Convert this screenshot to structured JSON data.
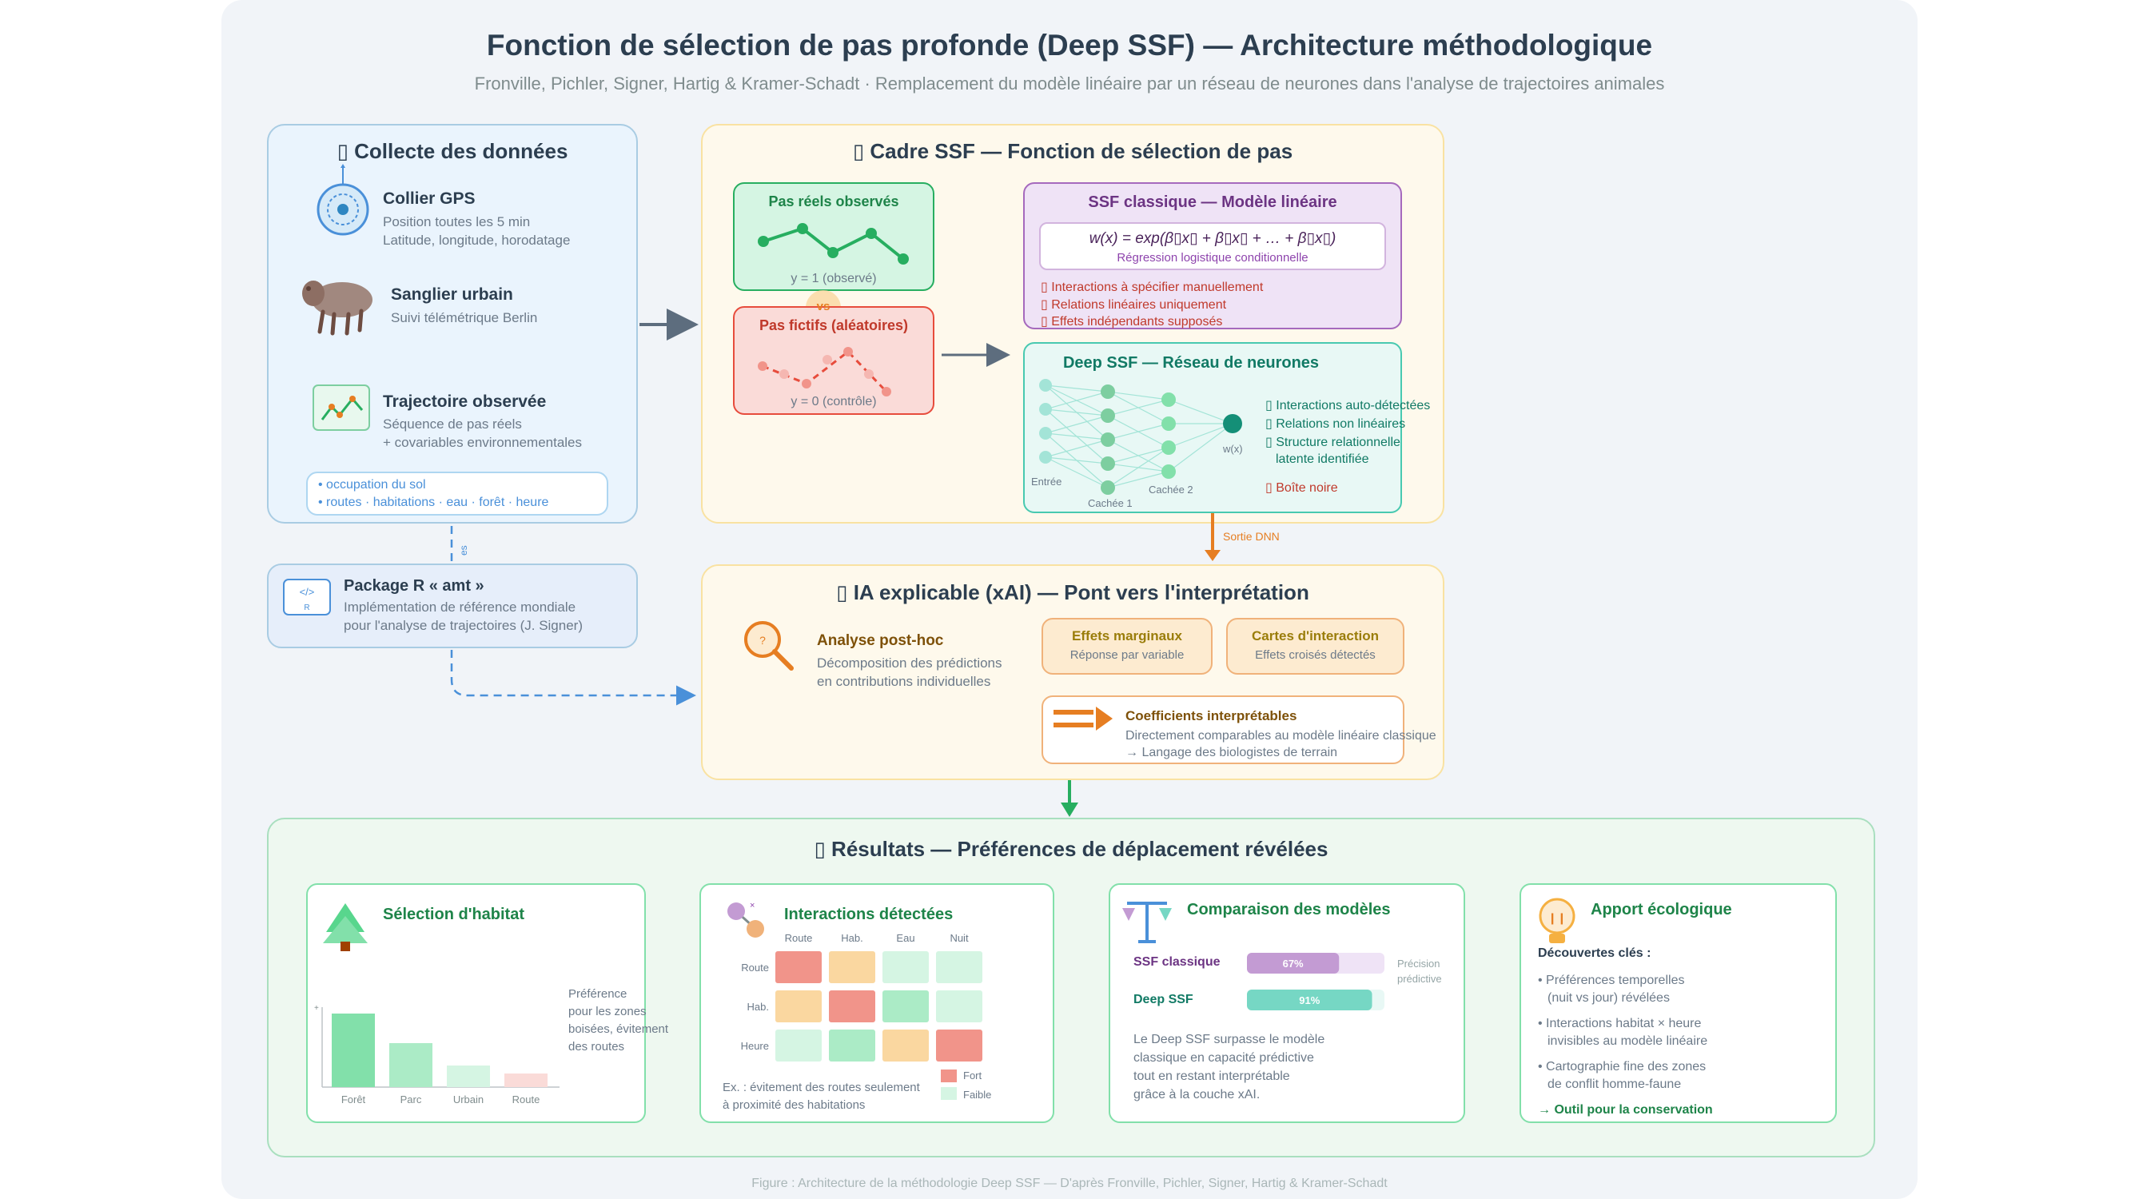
{
  "page": {
    "title": "Fonction de sélection de pas profonde (Deep SSF) — Architecture méthodologique",
    "subtitle": "Fronville, Pichler, Signer, Hartig & Kramer-Schadt · Remplacement du modèle linéaire par un réseau de neurones dans l'analyse de trajectoires animales",
    "footer": "Figure : Architecture de la méthodologie Deep SSF — D'après Fronville, Pichler, Signer, Hartig & Kramer-Schadt"
  },
  "data_panel": {
    "title": "▯ Collecte des données",
    "gps": {
      "title": "Collier GPS",
      "line1": "Position toutes les 5 min",
      "line2": "Latitude, longitude, horodatage"
    },
    "boar": {
      "title": "Sanglier urbain",
      "line1": "Suivi télémétrique Berlin"
    },
    "traj": {
      "title": "Trajectoire observée",
      "line1": "Séquence de pas réels",
      "line2": "+ covariables environnementales"
    },
    "covariates": {
      "line1": "• occupation du sol",
      "line2": "• routes · habitations · eau · forêt · heure"
    }
  },
  "package": {
    "title": "Package R « amt »",
    "line1": "Implémentation de référence mondiale",
    "line2": "pour l'analyse de trajectoires (J. Signer)",
    "icon_code": "</>",
    "icon_r": "R",
    "link_label": "es"
  },
  "ssf_panel": {
    "title": "▯ Cadre SSF — Fonction de sélection de pas",
    "observed": {
      "title": "Pas réels observés",
      "caption": "y = 1 (observé)"
    },
    "vs": "vs",
    "random": {
      "title": "Pas fictifs (aléatoires)",
      "caption": "y = 0 (contrôle)"
    },
    "classic": {
      "title": "SSF classique — Modèle linéaire",
      "formula": "w(x) = exp(β▯x▯ + β▯x▯ + … + β▯x▯)",
      "formula_sub": "Régression logistique conditionnelle",
      "issues": [
        "▯ Interactions à spécifier manuellement",
        "▯ Relations linéaires uniquement",
        "▯ Effets indépendants supposés"
      ]
    },
    "deep": {
      "title": "Deep SSF — Réseau de neurones",
      "input_label": "Entrée",
      "hidden1_label": "Cachée 1",
      "hidden2_label": "Cachée 2",
      "output_label": "w(x)",
      "features": [
        "▯ Interactions auto-détectées",
        "▯ Relations non linéaires",
        "▯ Structure relationnelle",
        "latente identifiée"
      ],
      "blackbox": "▯ Boîte noire"
    },
    "output_arrow_label": "Sortie DNN"
  },
  "xai_panel": {
    "title": "▯ IA explicable (xAI) — Pont vers l'interprétation",
    "posthoc": {
      "title": "Analyse post-hoc",
      "line1": "Décomposition des prédictions",
      "line2": "en contributions individuelles",
      "icon_glyph": "?"
    },
    "marginal": {
      "title": "Effets marginaux",
      "sub": "Réponse par variable"
    },
    "interaction": {
      "title": "Cartes d'interaction",
      "sub": "Effets croisés détectés"
    },
    "coeffs": {
      "title": "Coefficients interprétables",
      "line1": "Directement comparables au modèle linéaire classique",
      "line2": "→ Langage des biologistes de terrain"
    }
  },
  "results_panel": {
    "title": "▯ Résultats — Préférences de déplacement révélées",
    "habitat": {
      "title": "Sélection d'habitat",
      "axis_marker": "+",
      "note": [
        "Préférence",
        "pour les zones",
        "boisées, évitement",
        "des routes"
      ]
    },
    "interactions": {
      "title": "Interactions détectées",
      "icon_glyph": "×",
      "cols": [
        "Route",
        "Hab.",
        "Eau",
        "Nuit"
      ],
      "rows": [
        "Route",
        "Hab.",
        "Heure"
      ],
      "legend_strong": "Fort",
      "legend_weak": "Faible",
      "example_line1": "Ex. : évitement des routes seulement",
      "example_line2": "à proximité des habitations"
    },
    "comparison": {
      "title": "Comparaison des modèles",
      "metric_label_1": "Précision",
      "metric_label_2": "prédictive",
      "text": [
        "Le Deep SSF surpasse le modèle",
        "classique en capacité prédictive",
        "tout en restant interprétable",
        "grâce à la couche xAI."
      ]
    },
    "ecology": {
      "title": "Apport écologique",
      "icon_glyph": "❙❙",
      "subtitle": "Découvertes clés :",
      "items": [
        [
          "• Préférences temporelles",
          "(nuit vs jour) révélées"
        ],
        [
          "• Interactions habitat × heure",
          "invisibles au modèle linéaire"
        ],
        [
          "• Cartographie fine des zones",
          "de conflit homme-faune"
        ]
      ],
      "cta": "→ Outil pour la conservation"
    }
  },
  "chart_data": [
    {
      "type": "bar",
      "categories": [
        "Forêt",
        "Parc",
        "Urbain",
        "Route"
      ],
      "values": [
        0.92,
        0.55,
        0.27,
        0.17
      ],
      "colors": [
        "#82e0aa",
        "#abebc6",
        "#d5f5e3",
        "#fadbd8"
      ],
      "ylim": [
        0,
        1
      ],
      "title": "",
      "xlabel": "",
      "ylabel": ""
    },
    {
      "type": "bar",
      "categories": [
        "SSF classique",
        "Deep SSF"
      ],
      "values": [
        67,
        91
      ],
      "unit": "%",
      "colors": [
        "#c39bd3",
        "#76d7c4"
      ],
      "ylim": [
        0,
        100
      ],
      "title": "",
      "xlabel": "",
      "ylabel": ""
    },
    {
      "type": "heatmap",
      "x": [
        "Route",
        "Hab.",
        "Eau",
        "Nuit"
      ],
      "y": [
        "Route",
        "Hab.",
        "Heure"
      ],
      "values": [
        [
          3,
          2,
          0,
          0
        ],
        [
          2,
          3,
          1,
          0
        ],
        [
          0,
          1,
          2,
          3
        ]
      ],
      "palette": [
        "#d5f5e3",
        "#abebc6",
        "#fad7a0",
        "#f1948a"
      ],
      "title": "",
      "xlabel": "",
      "ylabel": ""
    }
  ],
  "colors": {
    "data_panel": "#eaf4fd",
    "ssf_panel": "#fef9ec",
    "results_panel": "#eef8f0",
    "accent_blue": "#4a90d9",
    "accent_green": "#27ae60",
    "accent_red": "#c0392b",
    "accent_purple": "#7d3c98",
    "accent_teal": "#16a085",
    "accent_orange": "#e67e22"
  }
}
